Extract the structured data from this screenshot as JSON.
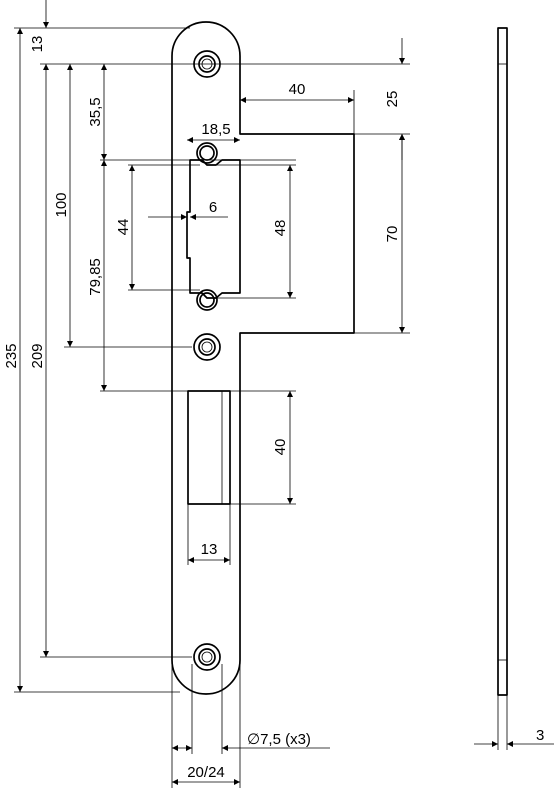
{
  "dimensions": {
    "overall_length": "235",
    "hole_span": "209",
    "top_to_hole": "13",
    "hole_to_tongue_top": "35,5",
    "hole_to_middle_hole": "100",
    "hole_to_second_opening": "79,85",
    "upper_opening_height": "44",
    "notch_depth": "6",
    "upper_hole_offset": "18,5",
    "tongue_width": "40",
    "hole_to_tongue_edge": "25",
    "tongue_height": "70",
    "recess_height": "48",
    "lower_opening_height": "40",
    "lower_opening_width": "13",
    "hole_diameter": "∅7,5 (x3)",
    "plate_width": "20/24",
    "thickness": "3"
  }
}
